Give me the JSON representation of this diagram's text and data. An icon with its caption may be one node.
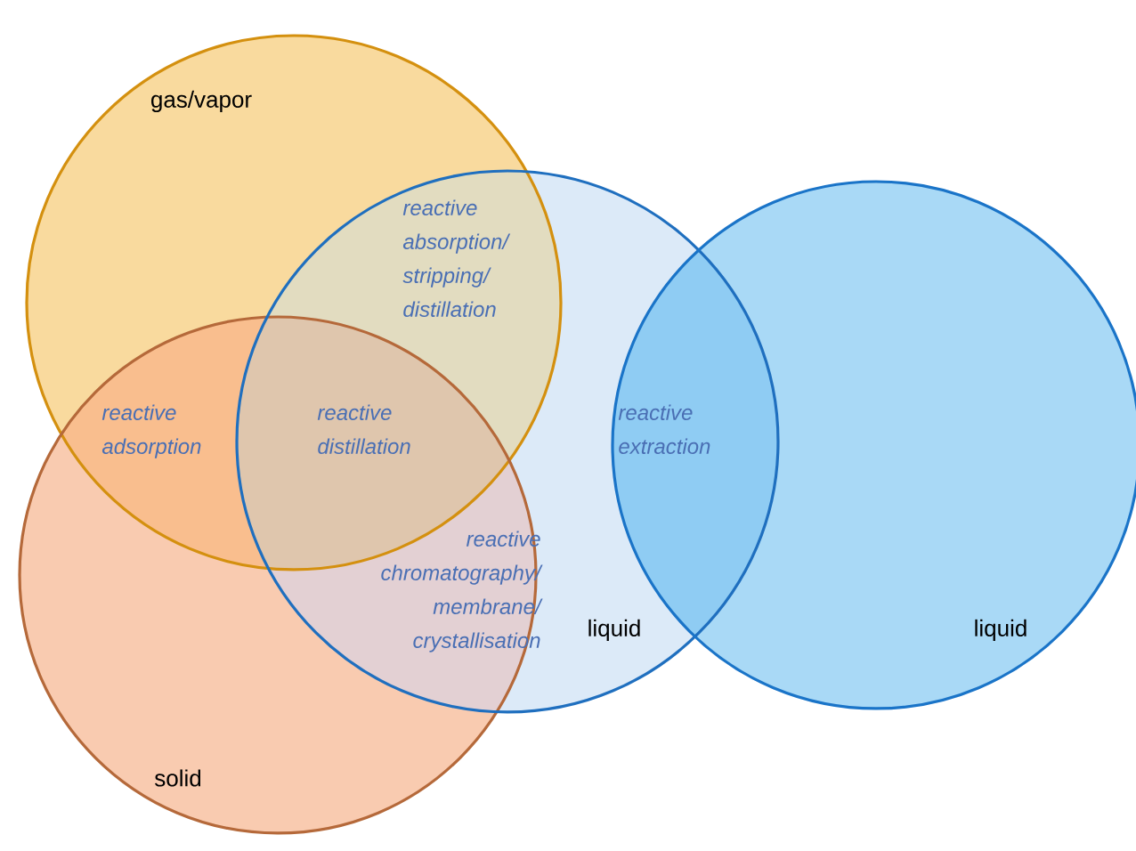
{
  "diagram": {
    "nodes": [
      {
        "text": [
          "gas/vapor"
        ]
      },
      {
        "text": [
          "solid"
        ]
      },
      {
        "text": [
          "liquid"
        ]
      },
      {
        "text": [
          "liquid"
        ]
      }
    ],
    "labels": [
      "reactive absorption/ stripping/ distillation",
      "reactive adsorption",
      "reactive distillation",
      "reactive extraction",
      "reactive chromatography/ membrane/ crystallisation"
    ]
  }
}
